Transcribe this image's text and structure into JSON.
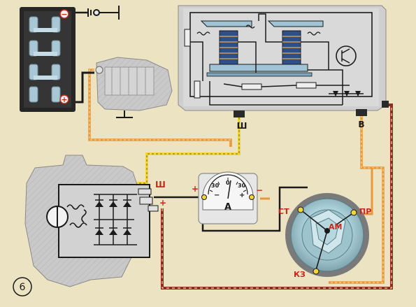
{
  "figure_number": "6",
  "battery": {
    "minus": "−",
    "plus": "+"
  },
  "regulator": {
    "terminal_sh": "Ш",
    "terminal_v": "В"
  },
  "generator": {
    "terminal_sh": "Ш",
    "terminal_plus": "+"
  },
  "ammeter": {
    "letter": "A",
    "scale_left": "30",
    "scale_zero": "0",
    "scale_right": "30",
    "minus_mark": "−",
    "plus_mark": "+",
    "left_terminal": "+",
    "right_terminal": "−"
  },
  "ignition_switch": {
    "st": "СТ",
    "pr": "ПР",
    "am": "АМ",
    "kz": "КЗ"
  },
  "colors": {
    "background": "#ece3c3",
    "wire_black": "#1a1a1a",
    "wire_yellow": "#f2d63a",
    "wire_orange": "#e8973a",
    "wire_red": "#8c2d1e",
    "wire_dash": "#f1d8a0",
    "label_red": "#c8281c"
  }
}
